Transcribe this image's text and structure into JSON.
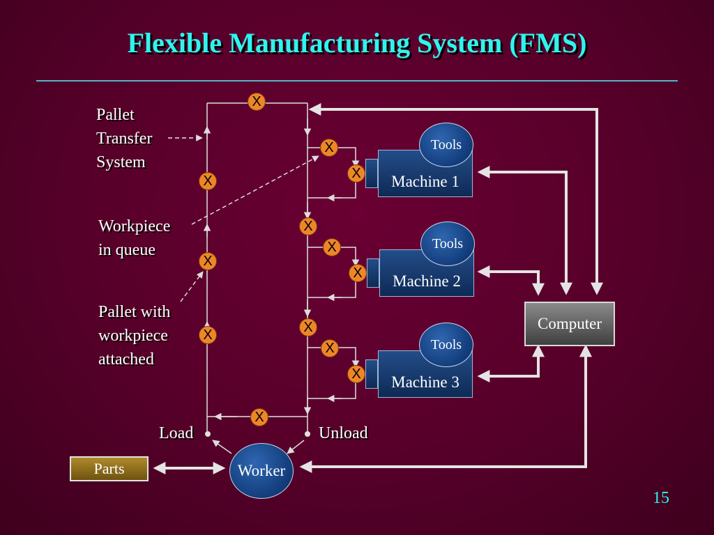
{
  "title": "Flexible Manufacturing System (FMS)",
  "labels": {
    "pallet_transfer": [
      "Pallet",
      "Transfer",
      "System"
    ],
    "workpiece_queue": [
      "Workpiece",
      "in queue"
    ],
    "pallet_with": [
      "Pallet with",
      "workpiece",
      "attached"
    ],
    "load": "Load",
    "unload": "Unload"
  },
  "machines": [
    {
      "name": "Machine 1",
      "tools": "Tools"
    },
    {
      "name": "Machine 2",
      "tools": "Tools"
    },
    {
      "name": "Machine 3",
      "tools": "Tools"
    }
  ],
  "computer": "Computer",
  "worker": "Worker",
  "parts": "Parts",
  "marker_symbol": "X",
  "page_number": "15",
  "colors": {
    "title": "#2ff4ee",
    "background": "#5e002c",
    "marker": "#ee8628",
    "machine": "#1a3d72",
    "parts": "#9a7a20",
    "computer": "#6a6a6a"
  }
}
